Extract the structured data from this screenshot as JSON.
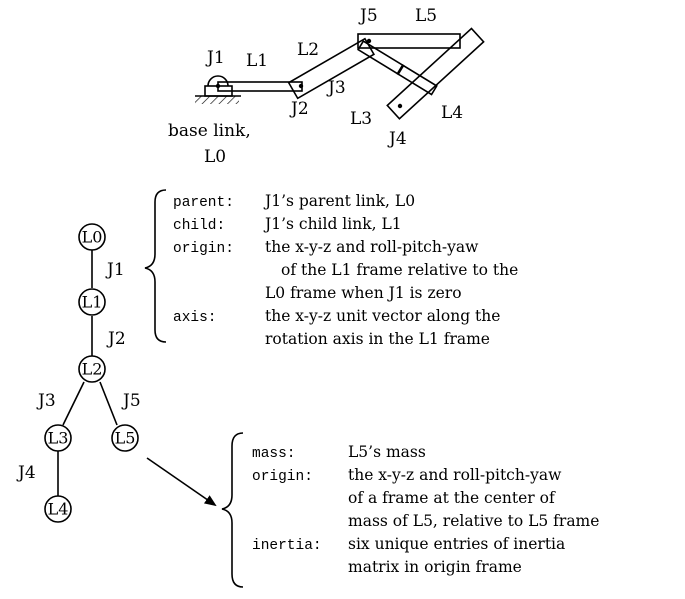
{
  "robot": {
    "joints": [
      "J1",
      "J2",
      "J3",
      "J4",
      "J5"
    ],
    "links": [
      "L1",
      "L2",
      "L3",
      "L4",
      "L5"
    ],
    "base_label_line1": "base link,",
    "base_label_line2": "L0"
  },
  "tree": {
    "nodes": [
      "L0",
      "L1",
      "L2",
      "L3",
      "L5",
      "L4"
    ],
    "edges": [
      "J1",
      "J2",
      "J3",
      "J5",
      "J4"
    ]
  },
  "joint_spec": {
    "rows": [
      {
        "key": "parent:",
        "lines": [
          "J1’s parent link, L0"
        ]
      },
      {
        "key": "child:",
        "lines": [
          "J1’s child link, L1"
        ]
      },
      {
        "key": "origin:",
        "lines": [
          "the x-y-z and roll-pitch-yaw",
          "of the L1 frame relative to the",
          "L0 frame when J1 is zero"
        ]
      },
      {
        "key": "axis:",
        "lines": [
          "the x-y-z unit vector along the",
          "rotation axis in the L1 frame"
        ]
      }
    ]
  },
  "link_spec": {
    "rows": [
      {
        "key": "mass:",
        "lines": [
          "L5’s mass"
        ]
      },
      {
        "key": "origin:",
        "lines": [
          "the x-y-z and roll-pitch-yaw",
          "of a frame at the center of",
          "mass of L5, relative to L5 frame"
        ]
      },
      {
        "key": "inertia:",
        "lines": [
          "six unique entries of inertia",
          "matrix in origin frame"
        ]
      }
    ]
  }
}
